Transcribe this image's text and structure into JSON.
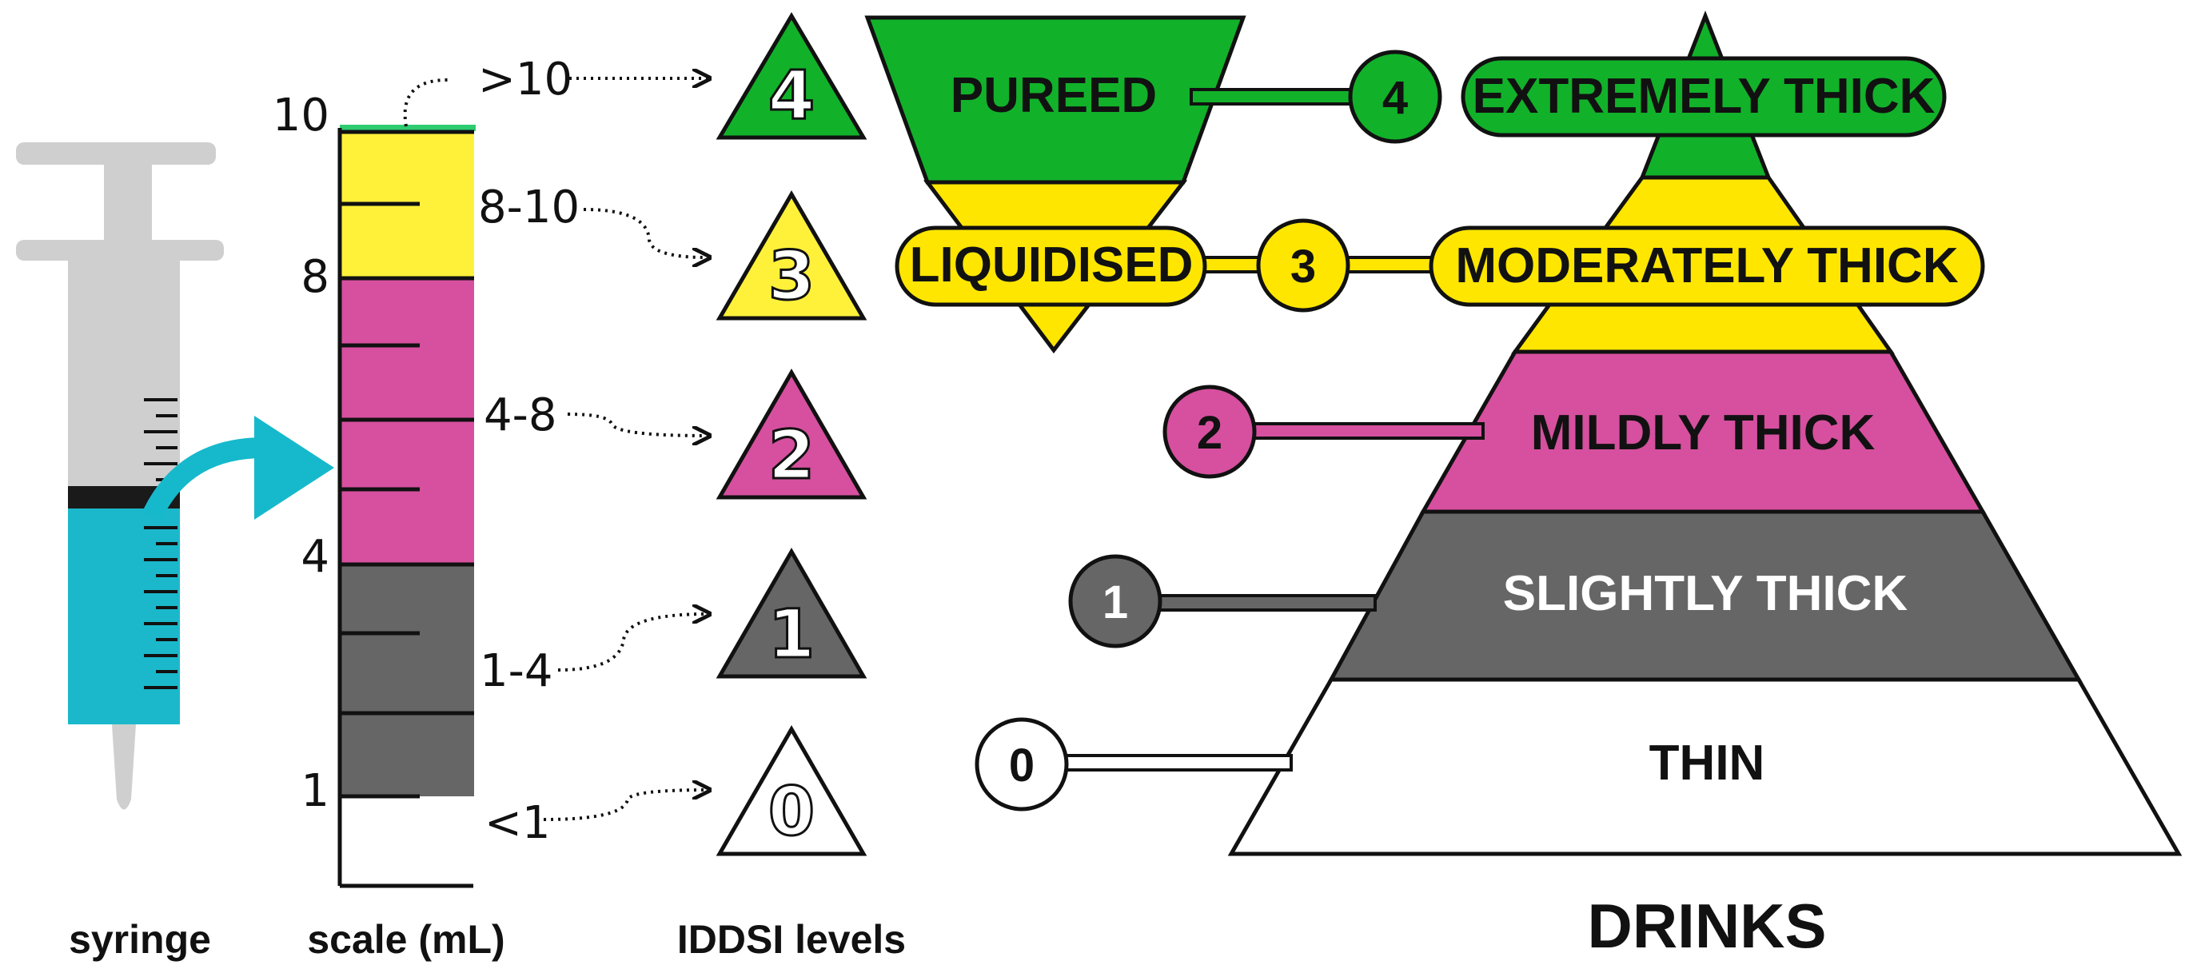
{
  "colors": {
    "level4": "#12b12a",
    "level3": "#ffe600",
    "level2": "#d6509f",
    "level1": "#666666",
    "level0": "#ffffff",
    "outline": "#111111",
    "syringe_body": "#cfcfcf",
    "syringe_liquid": "#1bb8cb",
    "arrow": "#16b9cb",
    "scale_top_marker": "#2ecc71"
  },
  "footer": {
    "syringe": "syringe",
    "scale": "scale (mL)",
    "levels": "IDDSI levels",
    "drinks": "DRINKS"
  },
  "scale": {
    "ticks": [
      "10",
      "8",
      "4",
      "1"
    ],
    "ranges": [
      ">10",
      "8-10",
      "4-8",
      "1-4",
      "<1"
    ]
  },
  "iddsi": {
    "triangles": [
      "4",
      "3",
      "2",
      "1",
      "0"
    ]
  },
  "drinks": {
    "levels": [
      {
        "num": "4",
        "name": "EXTREMELY THICK"
      },
      {
        "num": "3",
        "name": "MODERATELY THICK"
      },
      {
        "num": "2",
        "name": "MILDLY THICK"
      },
      {
        "num": "1",
        "name": "SLIGHTLY THICK"
      },
      {
        "num": "0",
        "name": "THIN"
      }
    ],
    "foods": [
      {
        "name": "PUREED"
      },
      {
        "name": "LIQUIDISED"
      }
    ]
  }
}
